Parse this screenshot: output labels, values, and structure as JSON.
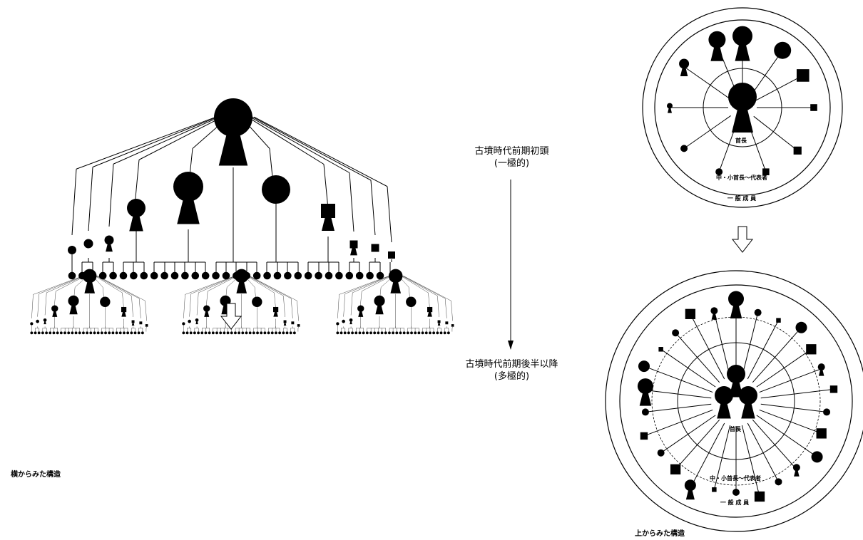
{
  "phases": {
    "early": {
      "title": "古墳時代前期初頭",
      "type": "(一極的)"
    },
    "late": {
      "title": "古墳時代前期後半以降",
      "type": "(多極的)"
    }
  },
  "captions": {
    "side_view": "横からみた構造",
    "top_view": "上からみた構造"
  },
  "top_view_labels": {
    "chief": "首長",
    "middle": "中・小首長～代表者",
    "members": "一 般 成 員"
  },
  "side_view_early": {
    "tiers": [
      "top chief",
      "middle chiefs",
      "minor chiefs / representatives",
      "general members"
    ],
    "middle_tombs": [
      "keyhole",
      "keyhole",
      "round",
      "square-keyhole"
    ],
    "minor_tombs": [
      "round",
      "round",
      "keyhole",
      "square-keyhole",
      "square",
      "square"
    ],
    "member_count": 31
  },
  "side_view_late": {
    "group_count": 3
  }
}
